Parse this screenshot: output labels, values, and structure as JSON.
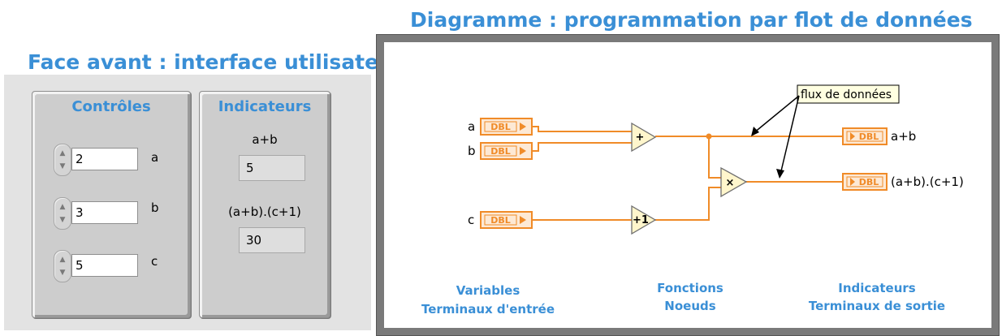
{
  "front_panel": {
    "title": "Face avant : interface utilisateur",
    "controls": {
      "title": "Contrôles",
      "items": [
        {
          "name": "a",
          "value": "2"
        },
        {
          "name": "b",
          "value": "3"
        },
        {
          "name": "c",
          "value": "5"
        }
      ]
    },
    "indicators": {
      "title": "Indicateurs",
      "items": [
        {
          "label": "a+b",
          "value": "5"
        },
        {
          "label": "(a+b).(c+1)",
          "value": "30"
        }
      ]
    }
  },
  "diagram": {
    "title": "Diagramme : programmation par flot de données",
    "inputs": [
      "a",
      "b",
      "c"
    ],
    "outputs": [
      "a+b",
      "(a+b).(c+1)"
    ],
    "dbl_label": "DBL",
    "nodes": {
      "add": "+",
      "multiply": "×",
      "increment": "+1"
    },
    "flux_label": "flux de données",
    "captions": {
      "variables": [
        "Variables",
        "Terminaux d'entrée"
      ],
      "functions": [
        "Fonctions",
        "Noeuds"
      ],
      "indicators": [
        "Indicateurs",
        "Terminaux de sortie"
      ]
    },
    "colors": {
      "wire": "#f08b28",
      "accent": "#3a8fd6"
    }
  }
}
